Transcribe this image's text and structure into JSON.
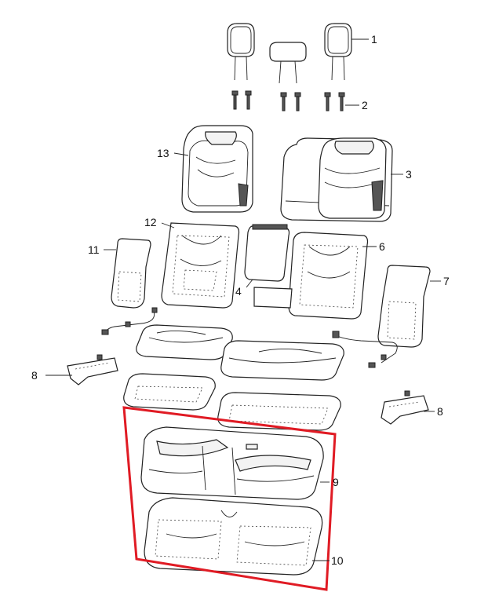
{
  "diagram": {
    "highlight_color": "#e01b24",
    "callouts": [
      {
        "id": "c1",
        "label": "1"
      },
      {
        "id": "c2",
        "label": "2"
      },
      {
        "id": "c3",
        "label": "3"
      },
      {
        "id": "c4",
        "label": "4"
      },
      {
        "id": "c6",
        "label": "6"
      },
      {
        "id": "c7",
        "label": "7"
      },
      {
        "id": "c8a",
        "label": "8"
      },
      {
        "id": "c8b",
        "label": "8"
      },
      {
        "id": "c9",
        "label": "9"
      },
      {
        "id": "c10",
        "label": "10"
      },
      {
        "id": "c11",
        "label": "11"
      },
      {
        "id": "c12",
        "label": "12"
      },
      {
        "id": "c13",
        "label": "13"
      }
    ]
  }
}
